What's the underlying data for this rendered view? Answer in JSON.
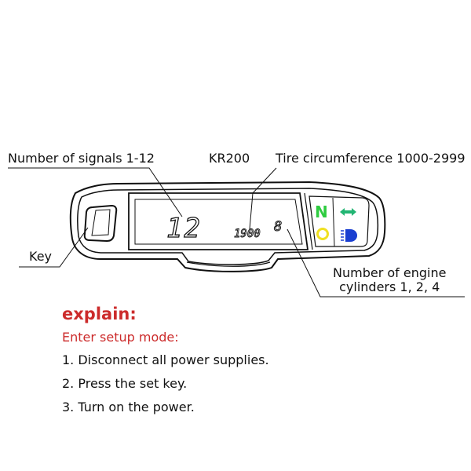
{
  "labels": {
    "signals": "Number of signals 1-12",
    "model": "KR200",
    "tire": "Tire circumference 1000-2999",
    "key": "Key",
    "cylinders_line1": "Number of engine",
    "cylinders_line2": "cylinders 1, 2, 4"
  },
  "display": {
    "big_digits": "12",
    "small_digits": "1900",
    "cyl_digit": "8",
    "neutral_letter": "N"
  },
  "explain": {
    "title": "explain:",
    "subtitle": "Enter setup mode:",
    "steps": [
      "1. Disconnect all power supplies.",
      "2. Press the set key.",
      "3. Turn on the power."
    ]
  },
  "colors": {
    "neutral": "#2ecc40",
    "turn": "#22b573",
    "oil": "#f0e020",
    "highbeam": "#1a3fd1",
    "accent_text": "#cc2b2b"
  },
  "icons": [
    "neutral-indicator-icon",
    "turn-signal-icon",
    "oil-indicator-icon",
    "high-beam-icon",
    "key-button-icon"
  ]
}
